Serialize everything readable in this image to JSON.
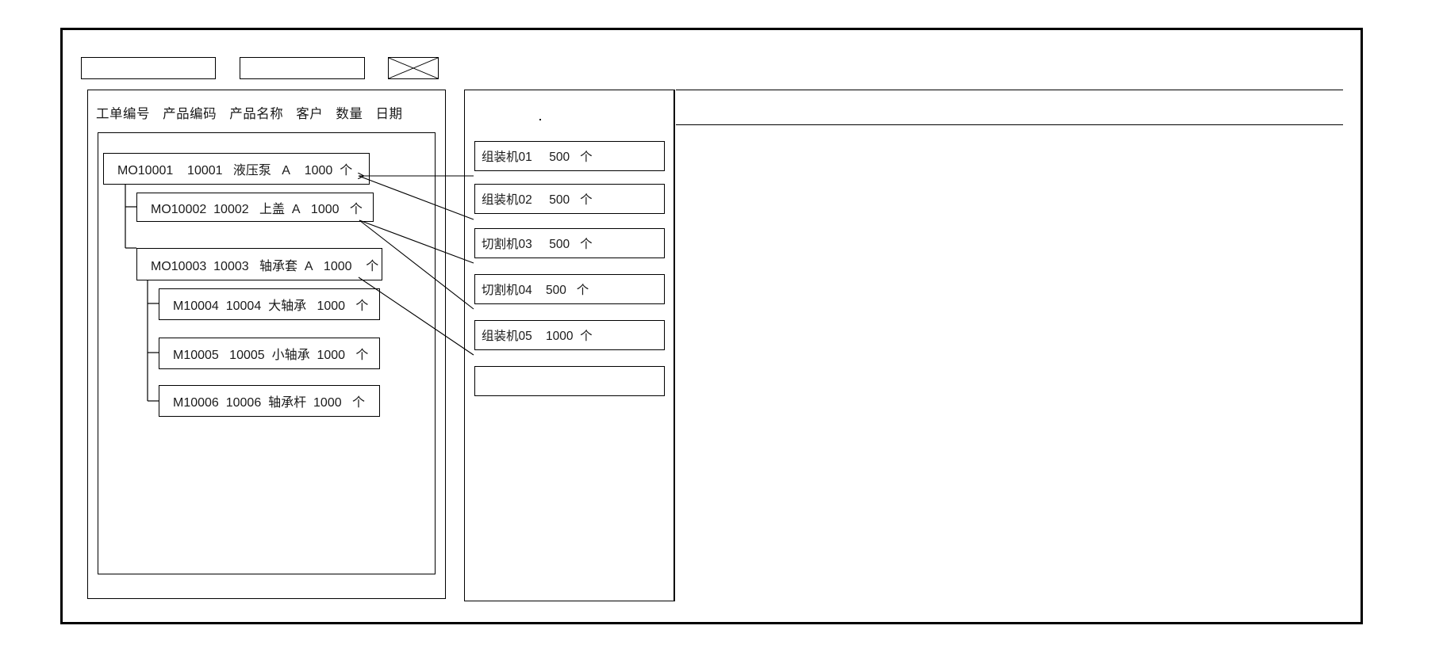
{
  "window": {
    "title": ""
  },
  "toolbar": {
    "fields": [
      {
        "name": "text-field-1",
        "value": "",
        "placeholder": ""
      },
      {
        "name": "text-field-2",
        "value": "",
        "placeholder": ""
      }
    ],
    "image_placeholder": {
      "name": "image-placeholder",
      "label": ""
    }
  },
  "left_panel": {
    "columns": [
      "工单编号",
      "产品编码",
      "产品名称",
      "客户",
      "数量",
      "日期"
    ],
    "rows": [
      {
        "level": 0,
        "order_no": "MO10001",
        "product_code": "10001",
        "product_name": "液压泵",
        "customer": "A",
        "qty": "1000",
        "unit": "个",
        "date": ""
      },
      {
        "level": 1,
        "order_no": "MO10002",
        "product_code": "10002",
        "product_name": "上盖",
        "customer": "A",
        "qty": "1000",
        "unit": "个",
        "date": ""
      },
      {
        "level": 1,
        "order_no": "MO10003",
        "product_code": "10003",
        "product_name": "轴承套",
        "customer": "A",
        "qty": "1000",
        "unit": "个",
        "date": ""
      },
      {
        "level": 2,
        "order_no": "M10004",
        "product_code": "10004",
        "product_name": "大轴承",
        "customer": "",
        "qty": "1000",
        "unit": "个",
        "date": ""
      },
      {
        "level": 2,
        "order_no": "M10005",
        "product_code": "10005",
        "product_name": "小轴承",
        "customer": "",
        "qty": "1000",
        "unit": "个",
        "date": ""
      },
      {
        "level": 2,
        "order_no": "M10006",
        "product_code": "10006",
        "product_name": "轴承杆",
        "customer": "",
        "qty": "1000",
        "unit": "个",
        "date": ""
      }
    ]
  },
  "middle_panel": {
    "rows": [
      {
        "machine": "组装机01",
        "qty": "500",
        "unit": "个"
      },
      {
        "machine": "组装机02",
        "qty": "500",
        "unit": "个"
      },
      {
        "machine": "切割机03",
        "qty": "500",
        "unit": "个"
      },
      {
        "machine": "切割机04",
        "qty": "500",
        "unit": "个"
      },
      {
        "machine": "组装机05",
        "qty": "1000",
        "unit": "个"
      },
      {
        "machine": "",
        "qty": "",
        "unit": ""
      }
    ]
  },
  "right_panel": {
    "header": "",
    "body": ""
  },
  "colors": {
    "line": "#000000",
    "background": "#ffffff",
    "text": "#1a1a1a"
  }
}
